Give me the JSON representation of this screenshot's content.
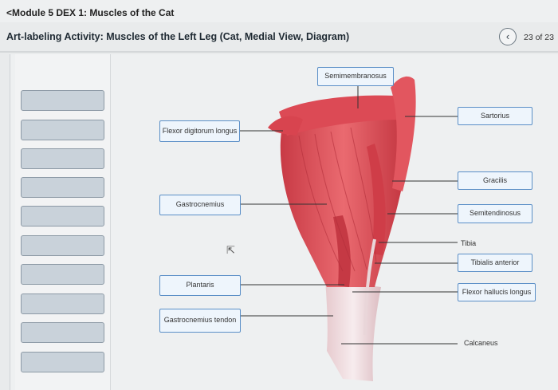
{
  "header": {
    "module_title": "<Module 5 DEX 1: Muscles of the Cat",
    "activity_title": "Art-labeling Activity: Muscles of the Left Leg (Cat, Medial View, Diagram)",
    "back_icon": "chevron-left-icon",
    "back_glyph": "‹",
    "page_count": "23 of 23"
  },
  "label_bank": {
    "tile_count": 10
  },
  "labels": {
    "semimembranosus": "Semimembranosus",
    "flexor_digitorum_longus": "Flexor digitorum longus",
    "sartorius": "Sartorius",
    "gracilis": "Gracilis",
    "gastrocnemius": "Gastrocnemius",
    "semitendinosus": "Semitendinosus",
    "tibia": "Tibia",
    "tibialis_anterior": "Tibialis anterior",
    "plantaris": "Plantaris",
    "flexor_hallucis_longus": "Flexor hallucis longus",
    "gastrocnemius_tendon": "Gastrocnemius tendon",
    "calcaneus": "Calcaneus"
  },
  "colors": {
    "label_border": "#5b8fc7",
    "label_fill": "#eef5fc",
    "muscle": "#e0505a",
    "muscle_dark": "#b8323d",
    "tendon": "#f1dfe2"
  }
}
